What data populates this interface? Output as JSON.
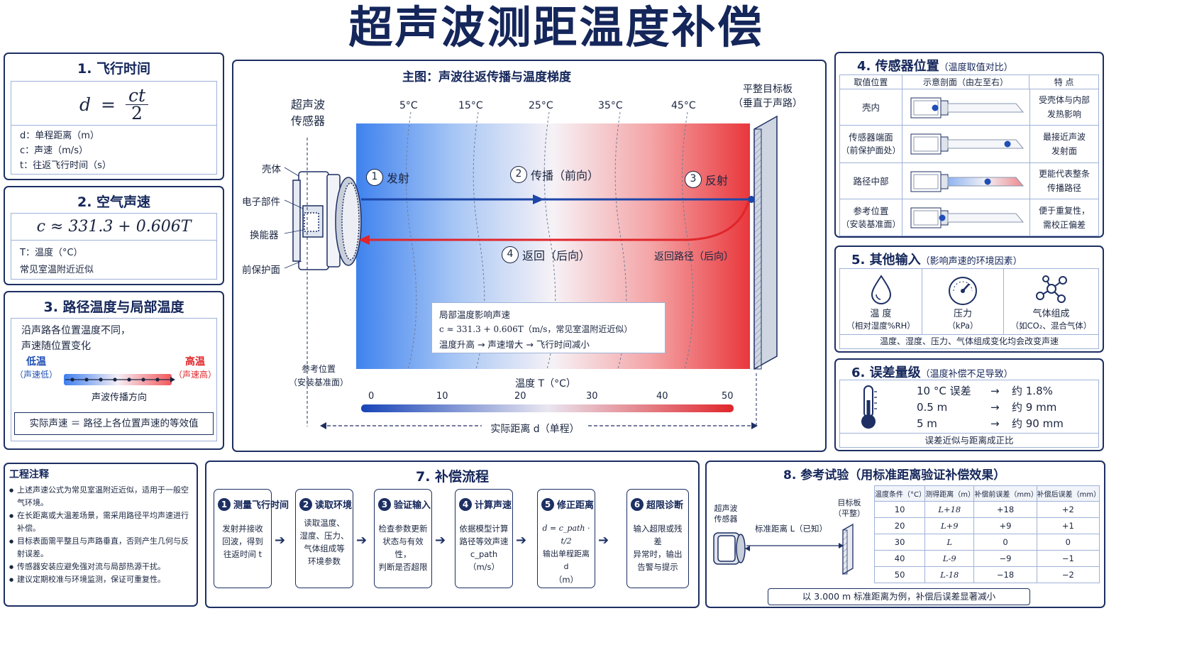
{
  "title": "超声波测距温度补偿",
  "p1": {
    "title": "1. 飞行时间",
    "formula_lhs": "d",
    "formula_num": "ct",
    "formula_den": "2",
    "legend": [
      "d：单程距离（m）",
      "c：声速（m/s）",
      "t：往返飞行时间（s）"
    ]
  },
  "p2": {
    "title": "2. 空气声速",
    "formula": "c ≈ 331.3 + 0.606T",
    "notes": [
      "T：温度（°C）",
      "常见室温附近近似"
    ]
  },
  "p3": {
    "title": "3. 路径温度与局部温度",
    "desc1": "沿声路各位置温度不同，",
    "desc2": "声速随位置变化",
    "low": "低温",
    "low_sub": "（声速低）",
    "high": "高温",
    "high_sub": "（声速高）",
    "direction": "声波传播方向",
    "summary": "实际声速 ＝ 路径上各位置声速的等效值"
  },
  "main": {
    "title": "主图：声波往返传播与温度梯度",
    "sensor": "超声波传感器",
    "sensor_l1": "超声波",
    "sensor_l2": "传感器",
    "parts": [
      "壳体",
      "电子部件",
      "换能器",
      "前保护面"
    ],
    "temps": [
      "5°C",
      "15°C",
      "25°C",
      "35°C",
      "45°C"
    ],
    "target_l1": "平整目标板",
    "target_l2": "（垂直于声路）",
    "steps": [
      {
        "n": "1",
        "label": "发射"
      },
      {
        "n": "2",
        "label": "传播（前向）"
      },
      {
        "n": "3",
        "label": "反射"
      },
      {
        "n": "4",
        "label": "返回（后向）"
      }
    ],
    "return_path": "返回路径（后向）",
    "info": [
      "局部温度影响声速",
      "c ≈ 331.3 + 0.606T（m/s，常见室温附近近似）",
      "温度升高 → 声速增大 → 飞行时间减小"
    ],
    "ref_l1": "参考位置",
    "ref_l2": "（安装基准面）",
    "scale_label": "温度  T（°C）",
    "scale_ticks": [
      "0",
      "10",
      "20",
      "30",
      "40",
      "50"
    ],
    "distance_label": "实际距离  d（单程）"
  },
  "p4": {
    "title": "4. 传感器位置",
    "sub": "（温度取值对比）",
    "headers": [
      "取值位置",
      "示意剖面（由左至右）",
      "特 点"
    ],
    "rows": [
      {
        "pos": [
          "壳内"
        ],
        "feat": [
          "受壳体与内部",
          "发热影响"
        ]
      },
      {
        "pos": [
          "传感器端面",
          "（前保护面处）"
        ],
        "feat": [
          "最接近声波",
          "发射面"
        ]
      },
      {
        "pos": [
          "路径中部"
        ],
        "feat": [
          "更能代表整条",
          "传播路径"
        ]
      },
      {
        "pos": [
          "参考位置",
          "（安装基准面）"
        ],
        "feat": [
          "便于重复性，",
          "需校正偏差"
        ]
      }
    ]
  },
  "p5": {
    "title": "5. 其他输入",
    "sub": "（影响声速的环境因素）",
    "items": [
      {
        "icon": "droplet-icon",
        "label": "温 度",
        "sub": "（相对湿度%RH）"
      },
      {
        "icon": "gauge-icon",
        "label": "压力",
        "sub": "（kPa）"
      },
      {
        "icon": "molecule-icon",
        "label": "气体组成",
        "sub": "（如CO₂、混合气体）"
      }
    ],
    "footer": "温度、湿度、压力、气体组成变化均会改变声速"
  },
  "p6": {
    "title": "6. 误差量级",
    "sub": "（温度补偿不足导致）",
    "rows": [
      {
        "a": "10 °C  误差",
        "b": "约  1.8%"
      },
      {
        "a": "0.5 m",
        "b": "约  9 mm"
      },
      {
        "a": "5 m",
        "b": "约  90 mm"
      }
    ],
    "arrow": "→",
    "footer": "误差近似与距离成正比"
  },
  "notes": {
    "title": "工程注释",
    "items": [
      "上述声速公式为常见室温附近近似，适用于一般空气环境。",
      "在长距离或大温差场景，需采用路径平均声速进行补偿。",
      "目标表面需平整且与声路垂直，否则产生几何与反射误差。",
      "传感器安装应避免强对流与局部热源干扰。",
      "建议定期校准与环境监测，保证可重复性。"
    ]
  },
  "p7": {
    "title": "7. 补偿流程",
    "steps": [
      {
        "n": "1",
        "title": "测量飞行时间",
        "body": [
          "发射并接收",
          "回波，得到",
          "往返时间 t"
        ]
      },
      {
        "n": "2",
        "title": "读取环境",
        "body": [
          "读取温度、",
          "湿度、压力、",
          "气体组成等",
          "环境参数"
        ]
      },
      {
        "n": "3",
        "title": "验证输入",
        "body": [
          "检查参数更新",
          "状态与有效性，",
          "判断是否超限"
        ]
      },
      {
        "n": "4",
        "title": "计算声速",
        "body": [
          "依据模型计算",
          "路径等效声速",
          "c_path（m/s）"
        ]
      },
      {
        "n": "5",
        "title": "修正距离",
        "body": [
          "d = c_path · t/2",
          "输出单程距离 d",
          "（m）"
        ]
      },
      {
        "n": "6",
        "title": "超限诊断",
        "body": [
          "输入超限或残差",
          "异常时，输出",
          "告警与提示"
        ]
      }
    ]
  },
  "p8": {
    "title": "8. 参考试验",
    "sub": "（用标准距离验证补偿效果）",
    "sensor_l1": "超声波",
    "sensor_l2": "传感器",
    "target_l1": "目标板",
    "target_l2": "（平整）",
    "distance": "标准距离  L（已知）",
    "headers": [
      "温度条件（°C）",
      "测得距离（m）",
      "补偿前误差（mm）",
      "补偿后误差（mm）"
    ],
    "rows": [
      [
        "10",
        "L+18",
        "+18",
        "+2"
      ],
      [
        "20",
        "L+9",
        "+9",
        "+1"
      ],
      [
        "30",
        "L",
        "0",
        "0"
      ],
      [
        "40",
        "L-9",
        "−9",
        "−1"
      ],
      [
        "50",
        "L-18",
        "−18",
        "−2"
      ]
    ],
    "footer": "以 3.000 m 标准距离为例，补偿后误差显著减小"
  },
  "colors": {
    "navy": "#1d2f63",
    "blue": "#1f4fb5",
    "red": "#e0262b"
  }
}
